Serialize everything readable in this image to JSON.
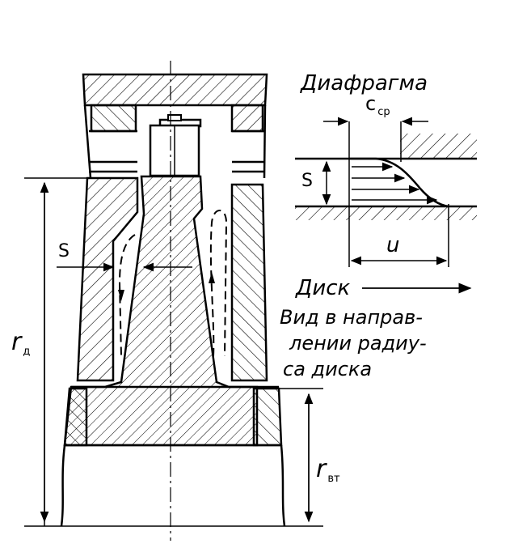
{
  "labels": {
    "diaphragm": "Диафрагма",
    "c_main": "c",
    "c_sub": "ср",
    "s_right": "S",
    "s_left": "S",
    "u": "u",
    "disk": "Диск",
    "caption_line1": "Вид в направ-",
    "caption_line2": "лении радиу-",
    "caption_line3": "са диска",
    "r_d_main": "r",
    "r_d_sub": "д",
    "r_vt_main": "r",
    "r_vt_sub": "вт"
  },
  "colors": {
    "ink": "#000000",
    "paper": "#ffffff"
  }
}
